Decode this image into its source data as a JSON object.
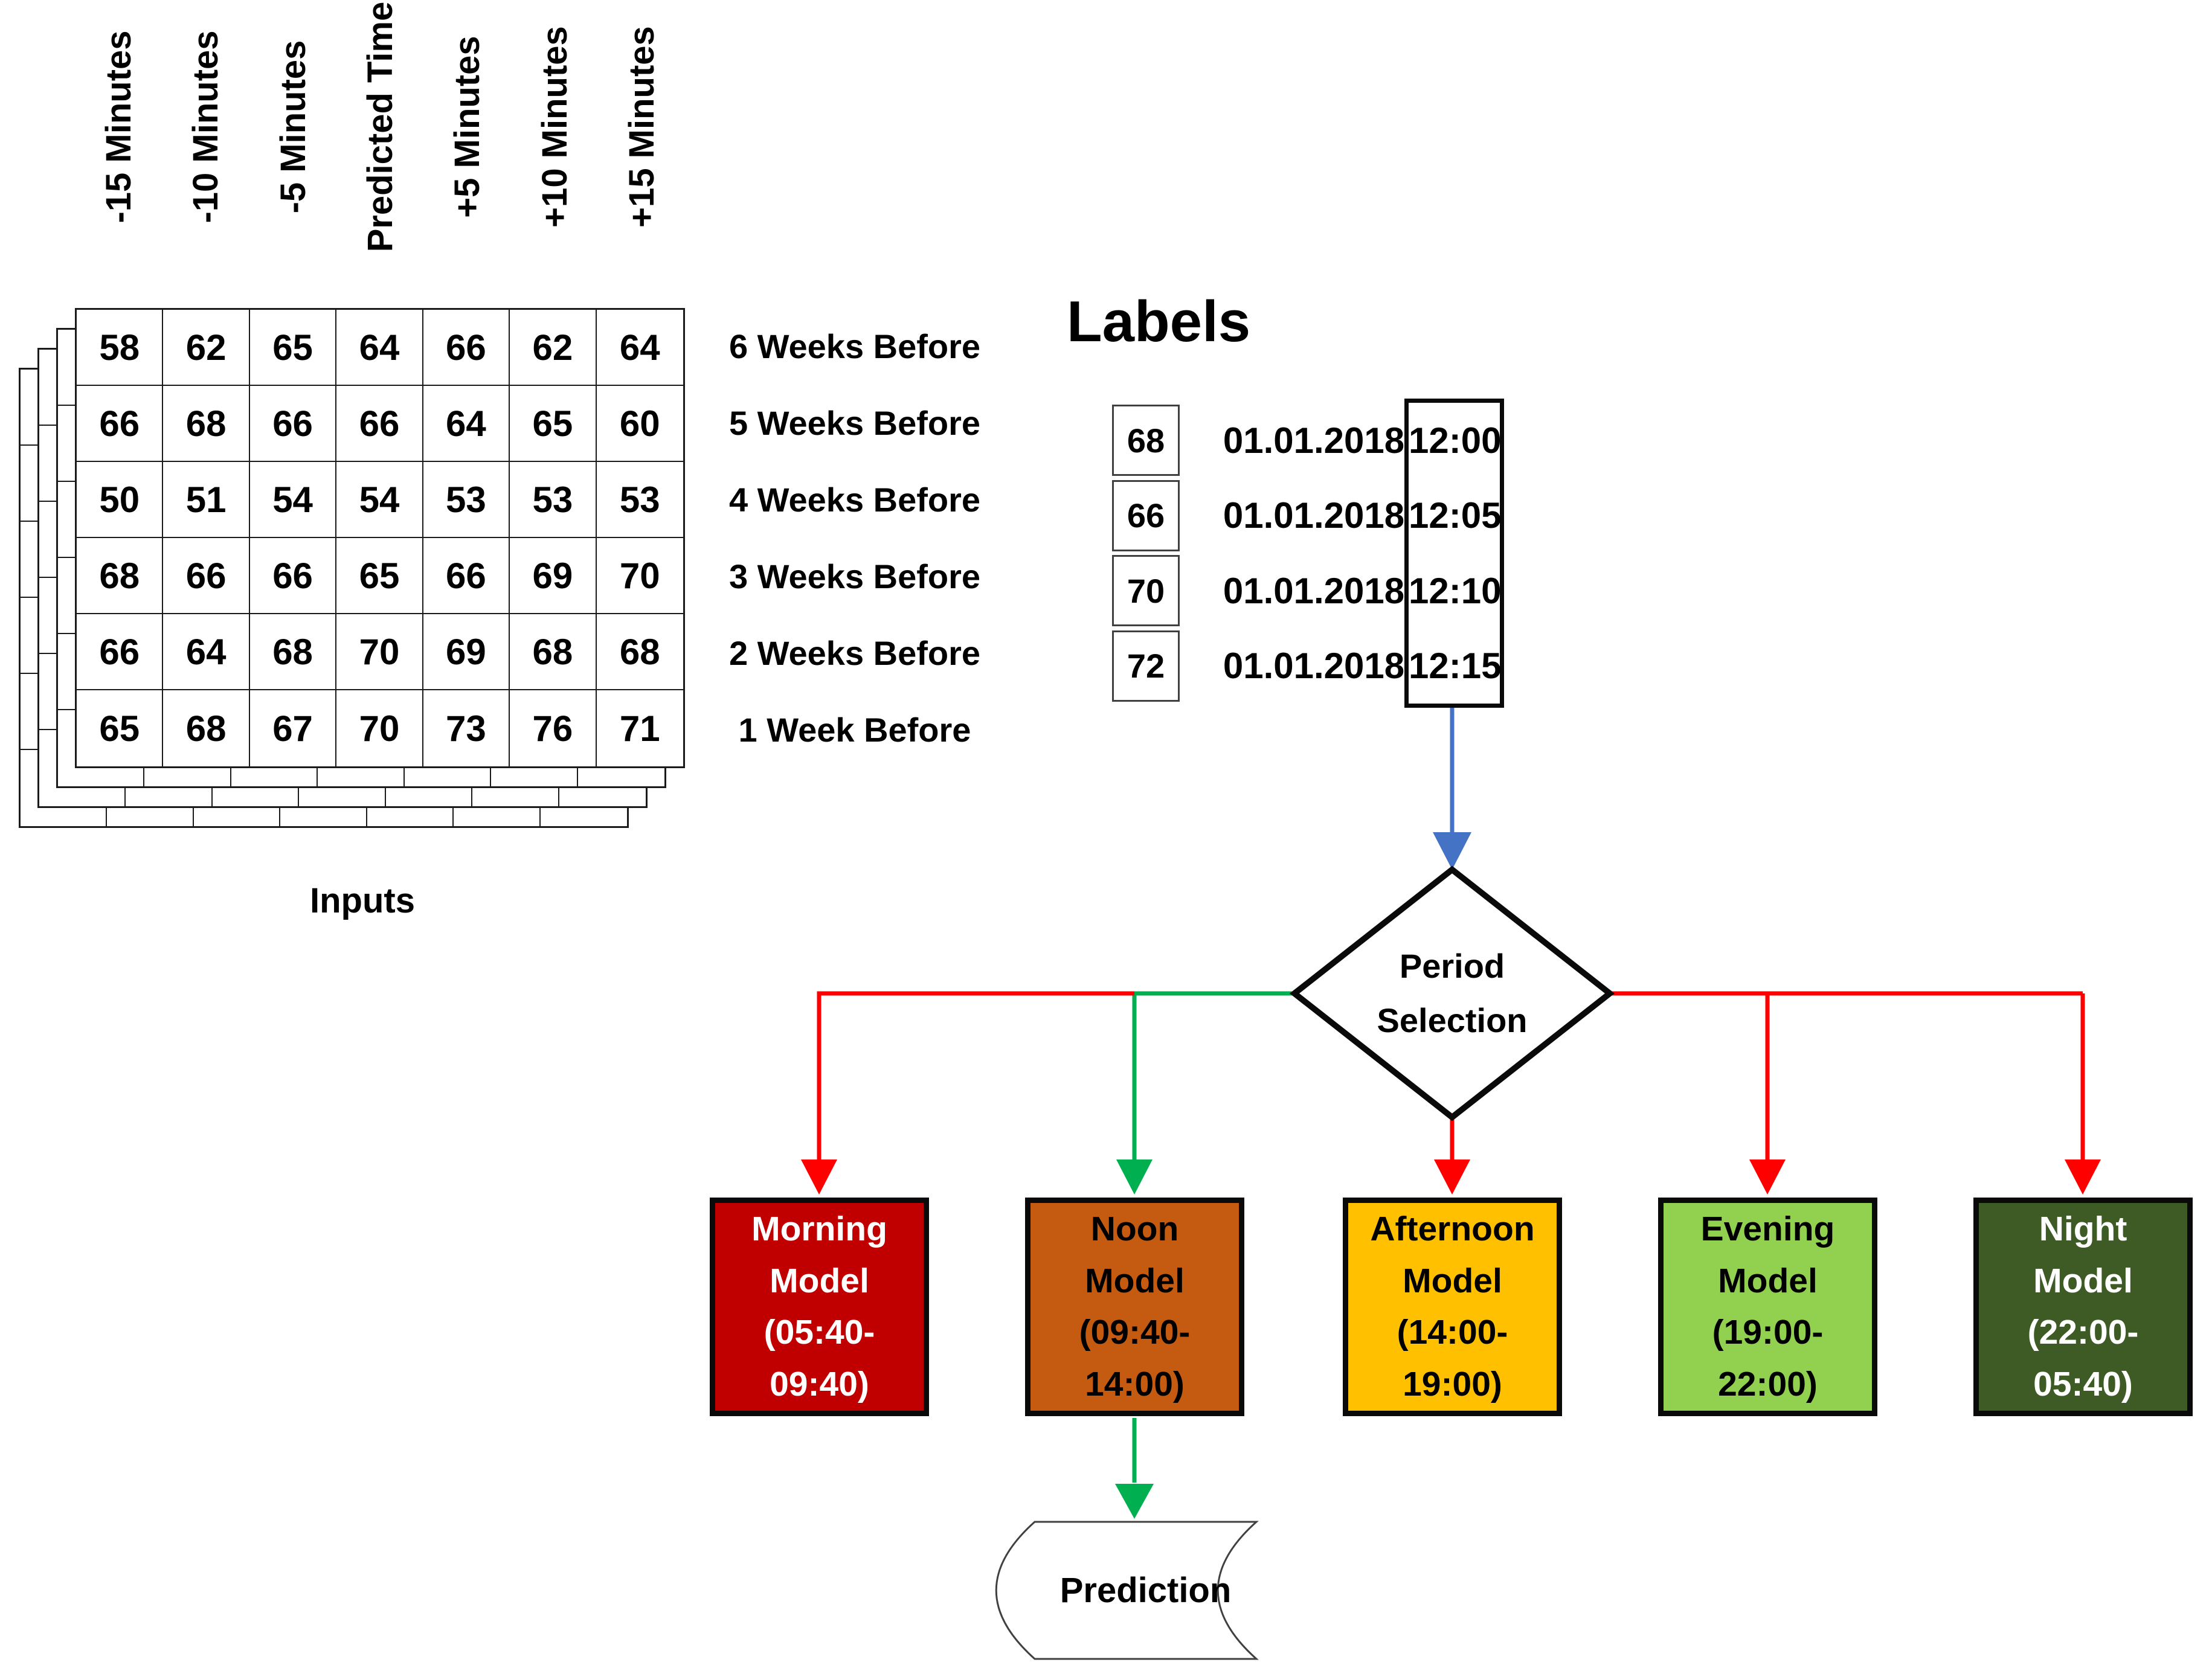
{
  "inputs": {
    "caption": "Inputs",
    "column_headers": [
      "-15 Minutes",
      "-10 Minutes",
      "-5 Minutes",
      "Predicted Time",
      "+5 Minutes",
      "+10 Minutes",
      "+15 Minutes"
    ],
    "row_labels": [
      "6 Weeks Before",
      "5 Weeks Before",
      "4 Weeks Before",
      "3 Weeks Before",
      "2 Weeks Before",
      "1 Week Before"
    ],
    "rows": [
      [
        58,
        62,
        65,
        64,
        66,
        62,
        64
      ],
      [
        66,
        68,
        66,
        66,
        64,
        65,
        60
      ],
      [
        50,
        51,
        54,
        54,
        53,
        53,
        53
      ],
      [
        68,
        66,
        66,
        65,
        66,
        69,
        70
      ],
      [
        66,
        64,
        68,
        70,
        69,
        68,
        68
      ],
      [
        65,
        68,
        67,
        70,
        73,
        76,
        71
      ]
    ],
    "stacked_sheets": 4
  },
  "labels_panel": {
    "heading": "Labels",
    "rows": [
      {
        "value": "68",
        "date": "01.01.2018",
        "time": "12:00"
      },
      {
        "value": "66",
        "date": "01.01.2018",
        "time": "12:05"
      },
      {
        "value": "70",
        "date": "01.01.2018",
        "time": "12:10"
      },
      {
        "value": "72",
        "date": "01.01.2018",
        "time": "12:15"
      }
    ]
  },
  "decision": {
    "lines": [
      "Period",
      "Selection"
    ]
  },
  "models": [
    {
      "id": "morning-model",
      "lines": [
        "Morning",
        "Model",
        "(05:40-",
        "09:40)"
      ],
      "fill": "#C00000",
      "text_color": "#FFFFFF",
      "arrow_color": "#FF0000"
    },
    {
      "id": "noon-model",
      "lines": [
        "Noon",
        "Model",
        "(09:40-",
        "14:00)"
      ],
      "fill": "#C55A11",
      "text_color": "#000000",
      "arrow_color": "#00B050"
    },
    {
      "id": "afternoon-model",
      "lines": [
        "Afternoon",
        "Model",
        "(14:00-",
        "19:00)"
      ],
      "fill": "#FFC000",
      "text_color": "#000000",
      "arrow_color": "#FF0000"
    },
    {
      "id": "evening-model",
      "lines": [
        "Evening",
        "Model",
        "(19:00-",
        "22:00)"
      ],
      "fill": "#92D050",
      "text_color": "#000000",
      "arrow_color": "#FF0000"
    },
    {
      "id": "night-model",
      "lines": [
        "Night",
        "Model",
        "(22:00-",
        "05:40)"
      ],
      "fill": "#3E5B25",
      "text_color": "#FFFFFF",
      "arrow_color": "#FF0000"
    }
  ],
  "prediction": {
    "label": "Prediction"
  },
  "colors": {
    "red": "#FF0000",
    "green": "#00B050",
    "blue": "#4472C4",
    "shape_stroke": "#0a0a0a",
    "prediction_stroke": "#404040"
  }
}
